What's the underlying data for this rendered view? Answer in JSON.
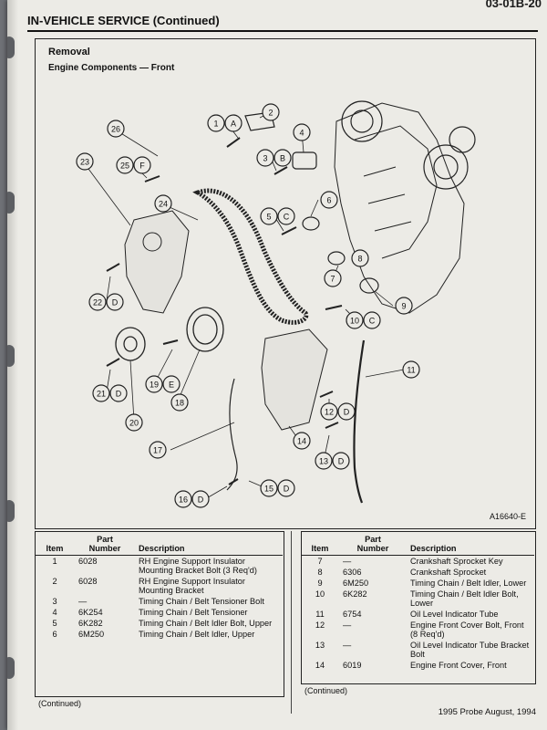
{
  "page_code": "03-01B-20",
  "section_title": "IN-VEHICLE SERVICE (Continued)",
  "figure": {
    "heading": "Removal",
    "subheading": "Engine Components — Front",
    "figure_id": "A16640-E",
    "callouts": [
      {
        "num": "1",
        "letter": "A"
      },
      {
        "num": "2",
        "letter": ""
      },
      {
        "num": "3",
        "letter": "B"
      },
      {
        "num": "4",
        "letter": ""
      },
      {
        "num": "5",
        "letter": "C"
      },
      {
        "num": "6",
        "letter": ""
      },
      {
        "num": "7",
        "letter": ""
      },
      {
        "num": "8",
        "letter": ""
      },
      {
        "num": "9",
        "letter": ""
      },
      {
        "num": "10",
        "letter": "C"
      },
      {
        "num": "11",
        "letter": ""
      },
      {
        "num": "12",
        "letter": "D"
      },
      {
        "num": "13",
        "letter": "D"
      },
      {
        "num": "14",
        "letter": ""
      },
      {
        "num": "15",
        "letter": "D"
      },
      {
        "num": "16",
        "letter": "D"
      },
      {
        "num": "17",
        "letter": ""
      },
      {
        "num": "18",
        "letter": ""
      },
      {
        "num": "19",
        "letter": "E"
      },
      {
        "num": "20",
        "letter": ""
      },
      {
        "num": "21",
        "letter": "D"
      },
      {
        "num": "22",
        "letter": "D"
      },
      {
        "num": "23",
        "letter": ""
      },
      {
        "num": "24",
        "letter": ""
      },
      {
        "num": "25",
        "letter": "F"
      },
      {
        "num": "26",
        "letter": ""
      }
    ]
  },
  "table_headers": {
    "item": "Item",
    "part_number": "Part\nNumber",
    "description": "Description"
  },
  "table_left": [
    {
      "item": "1",
      "part": "6028",
      "desc": "RH Engine Support Insulator Mounting Bracket Bolt (3 Req'd)"
    },
    {
      "item": "2",
      "part": "6028",
      "desc": "RH Engine Support Insulator Mounting Bracket"
    },
    {
      "item": "3",
      "part": "—",
      "desc": "Timing Chain / Belt Tensioner Bolt"
    },
    {
      "item": "4",
      "part": "6K254",
      "desc": "Timing Chain / Belt Tensioner"
    },
    {
      "item": "5",
      "part": "6K282",
      "desc": "Timing Chain / Belt Idler Bolt, Upper"
    },
    {
      "item": "6",
      "part": "6M250",
      "desc": "Timing Chain / Belt Idler, Upper"
    }
  ],
  "table_right": [
    {
      "item": "7",
      "part": "—",
      "desc": "Crankshaft Sprocket Key"
    },
    {
      "item": "8",
      "part": "6306",
      "desc": "Crankshaft Sprocket"
    },
    {
      "item": "9",
      "part": "6M250",
      "desc": "Timing Chain / Belt Idler, Lower"
    },
    {
      "item": "10",
      "part": "6K282",
      "desc": "Timing Chain / Belt Idler Bolt, Lower"
    },
    {
      "item": "11",
      "part": "6754",
      "desc": "Oil Level Indicator Tube"
    },
    {
      "item": "12",
      "part": "—",
      "desc": "Engine Front Cover Bolt, Front (8 Req'd)"
    },
    {
      "item": "13",
      "part": "—",
      "desc": "Oil Level Indicator Tube Bracket Bolt"
    },
    {
      "item": "14",
      "part": "6019",
      "desc": "Engine Front Cover, Front"
    }
  ],
  "continued_label": "(Continued)",
  "footer": "1995 Probe August, 1994"
}
